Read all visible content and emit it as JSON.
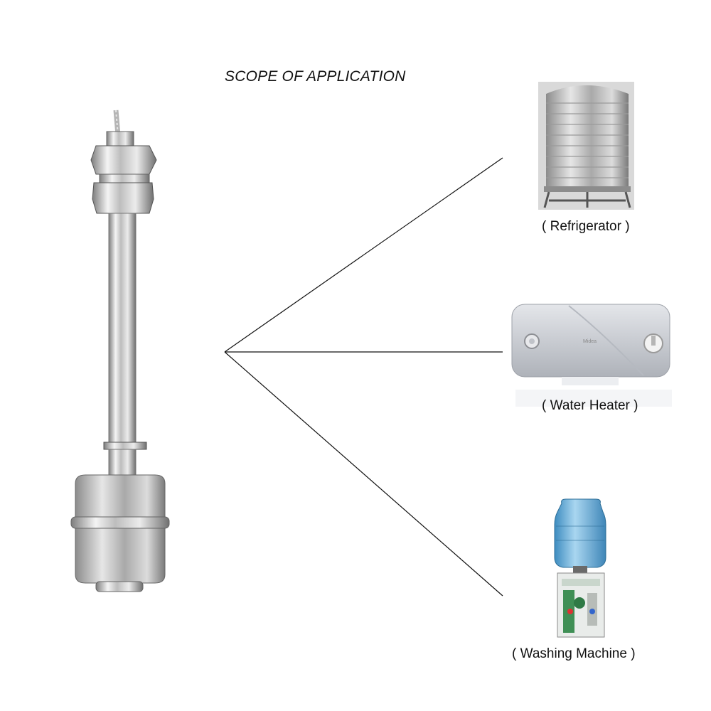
{
  "title": "SCOPE OF APPLICATION",
  "applications": [
    {
      "label": "( Refrigerator )",
      "icon": "water-tank-icon"
    },
    {
      "label": "( Water Heater )",
      "icon": "water-heater-icon"
    },
    {
      "label": "( Washing Machine )",
      "icon": "water-dispenser-icon"
    }
  ],
  "colors": {
    "steel_light": "#f2f2f2",
    "steel_dark": "#8a8a8a",
    "line": "#111111",
    "bottle_blue": "#5fa9d6"
  }
}
